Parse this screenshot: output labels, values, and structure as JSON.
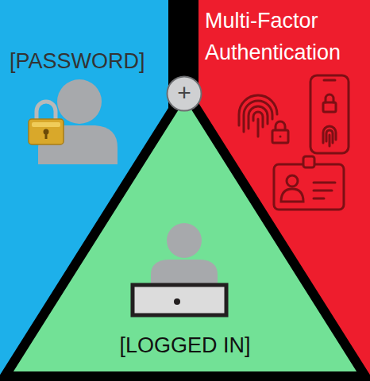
{
  "diagram": {
    "nodes": [
      {
        "text": [
          "[PASSWORD]"
        ]
      },
      {
        "text": [
          "Multi-Factor Authentication"
        ]
      },
      {
        "text": [
          "[LOGGED IN]"
        ]
      },
      {
        "text": [
          "+"
        ]
      }
    ]
  }
}
